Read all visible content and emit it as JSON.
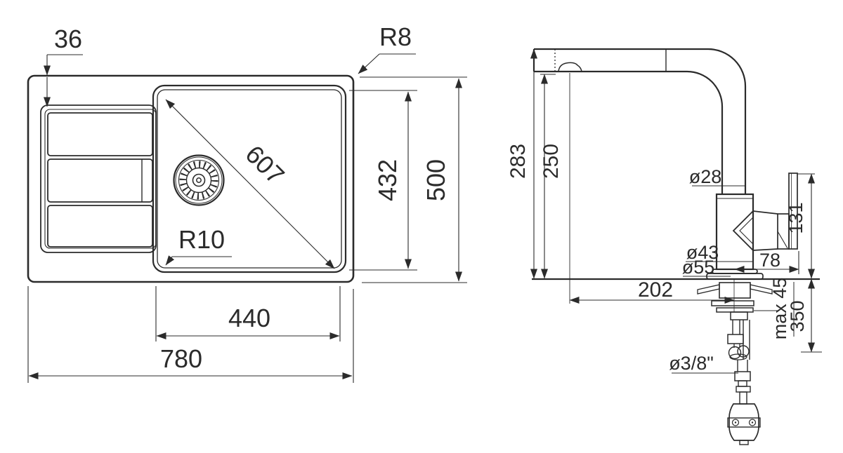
{
  "meta": {
    "background": "#ffffff",
    "line_color": "#2b2b2b",
    "left_drawing": "sink-top-view",
    "right_drawing": "faucet-side-view"
  },
  "sink": {
    "dims": {
      "rim_offset": "36",
      "outer_corner_radius": "R8",
      "bowl_diagonal": "607",
      "bowl_corner_radius": "R10",
      "bowl_inner_depth": "432",
      "overall_depth": "500",
      "bowl_width": "440",
      "overall_width": "780"
    }
  },
  "faucet": {
    "dims": {
      "height_to_top": "283",
      "height_to_spout": "250",
      "spout_pipe_diameter": "ø28",
      "handle_height": "131",
      "body_diameter": "ø43",
      "handle_reach": "78",
      "base_diameter": "ø55",
      "spout_reach": "202",
      "max_counter_thickness": "max 45",
      "hose_length": "350",
      "connection_size": "ø3/8\""
    }
  }
}
